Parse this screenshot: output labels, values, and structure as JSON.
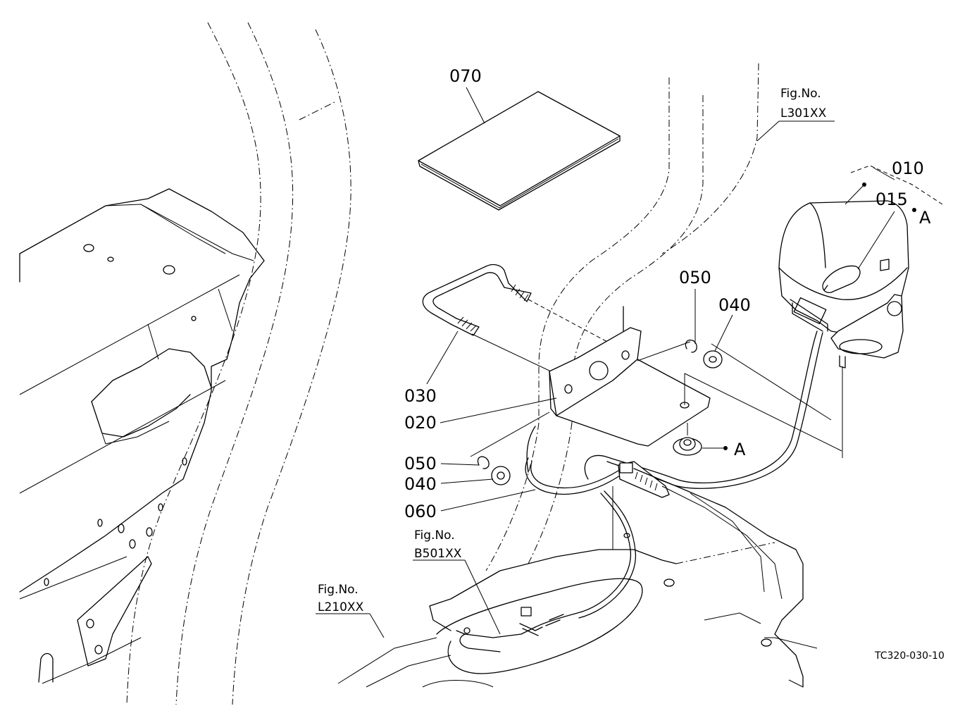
{
  "parts": [
    {
      "id": "p070",
      "label": "070"
    },
    {
      "id": "p010",
      "label": "010"
    },
    {
      "id": "p015",
      "label": "015"
    },
    {
      "id": "p050a",
      "label": "050"
    },
    {
      "id": "p040a",
      "label": "040"
    },
    {
      "id": "p030",
      "label": "030"
    },
    {
      "id": "p020",
      "label": "020"
    },
    {
      "id": "p050b",
      "label": "050"
    },
    {
      "id": "p040b",
      "label": "040"
    },
    {
      "id": "p060",
      "label": "060"
    }
  ],
  "markers": {
    "a_top": "A",
    "a_nut": "A"
  },
  "references": [
    {
      "id": "l301",
      "line1": "Fig.No.",
      "line2": "L301XX"
    },
    {
      "id": "b501",
      "line1": "Fig.No.",
      "line2": "B501XX"
    },
    {
      "id": "l210",
      "line1": "Fig.No.",
      "line2": "L210XX"
    }
  ],
  "drawing_code": "TC320-030-10"
}
